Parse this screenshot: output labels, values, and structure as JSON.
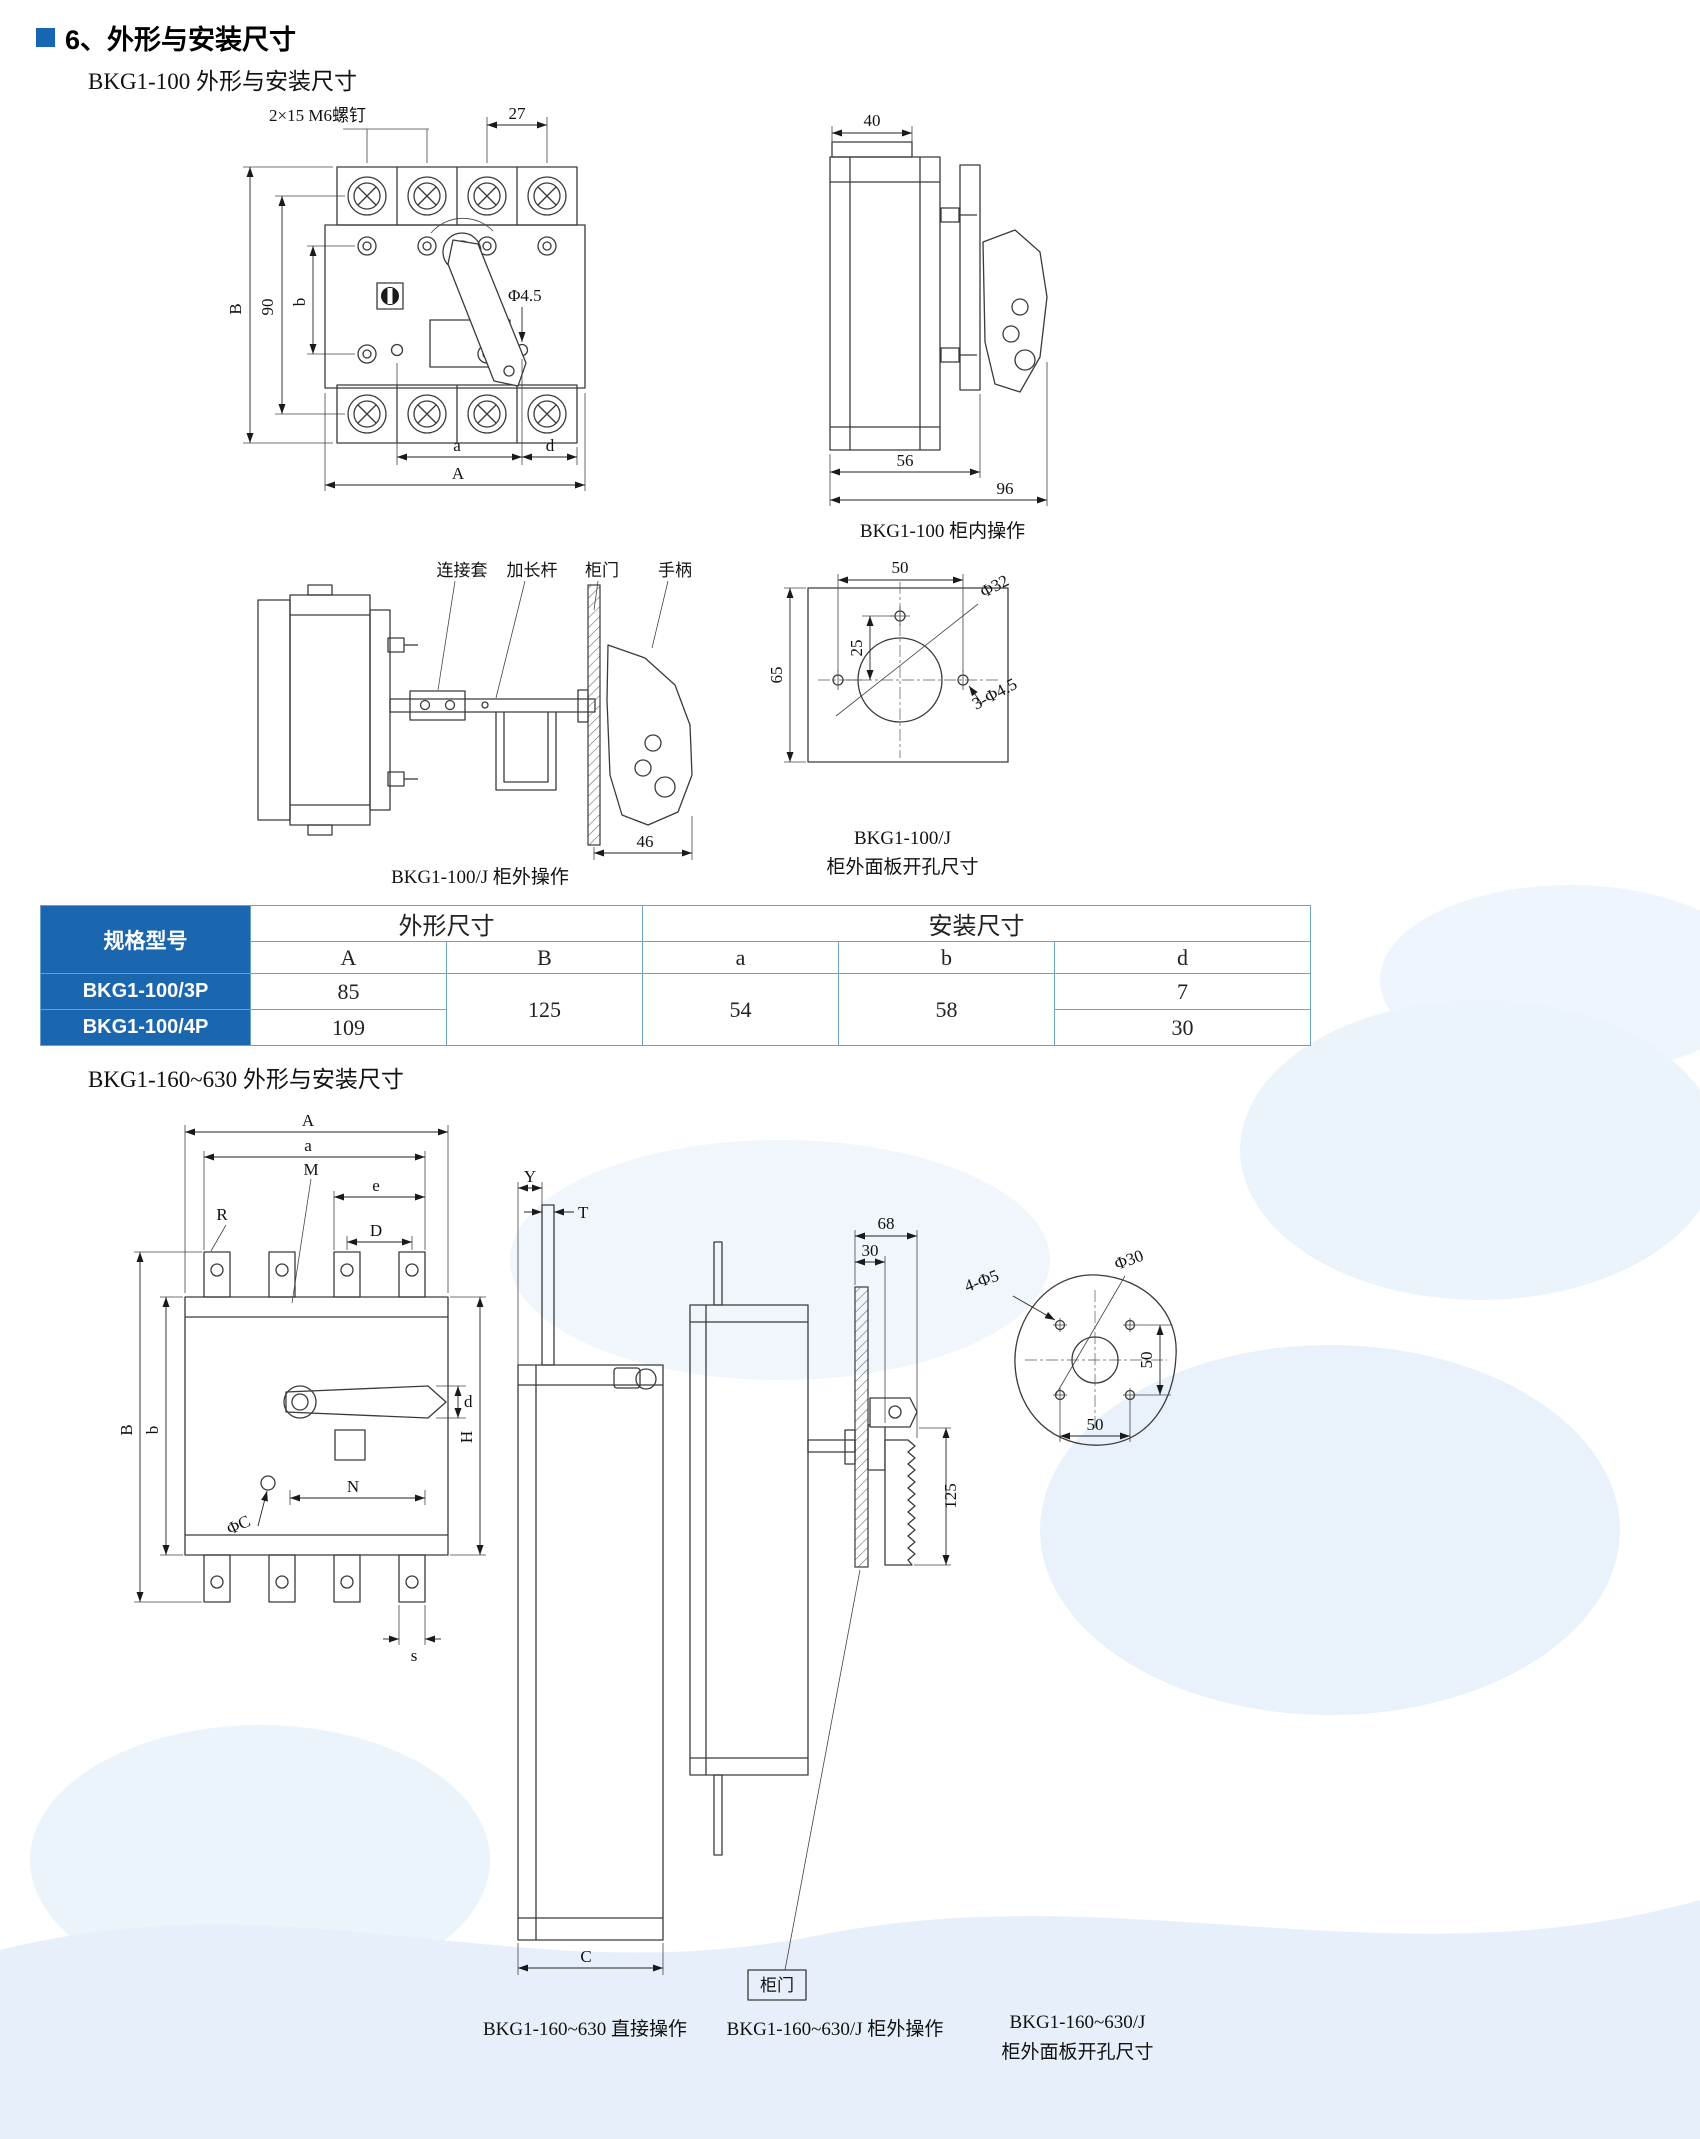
{
  "page": {
    "section_title": "6、外形与安装尺寸",
    "sub1": "BKG1-100 外形与安装尺寸",
    "sub2": "BKG1-160~630 外形与安装尺寸"
  },
  "fig1": {
    "screw_label": "2×15 M6螺钉",
    "dim_27": "27",
    "dim_B": "B",
    "dim_90": "90",
    "dim_b": "b",
    "hole_label": "Φ4.5",
    "dim_a": "a",
    "dim_d": "d",
    "dim_A": "A"
  },
  "fig2": {
    "dim_40": "40",
    "dim_56": "56",
    "dim_96": "96",
    "caption": "BKG1-100 柜内操作"
  },
  "fig3": {
    "label_coupling": "连接套",
    "label_rod": "加长杆",
    "label_door": "柜门",
    "label_handle": "手柄",
    "dim_46": "46",
    "caption": "BKG1-100/J 柜外操作"
  },
  "fig4": {
    "dim_50": "50",
    "dim_25": "25",
    "dim_65": "65",
    "label_dia32": "Φ32",
    "label_holes": "3-Φ4.5",
    "caption1": "BKG1-100/J",
    "caption2": "柜外面板开孔尺寸"
  },
  "table": {
    "col_model": "规格型号",
    "group_outline": "外形尺寸",
    "group_mount": "安装尺寸",
    "cols": [
      "A",
      "B",
      "a",
      "b",
      "d"
    ],
    "rows": [
      {
        "model": "BKG1-100/3P",
        "A": "85",
        "B": "125",
        "a": "54",
        "b": "58",
        "d": "7"
      },
      {
        "model": "BKG1-100/4P",
        "A": "109",
        "d": "30"
      }
    ]
  },
  "fig5": {
    "dim_A": "A",
    "dim_a": "a",
    "dim_M": "M",
    "dim_e": "e",
    "dim_R": "R",
    "dim_D": "D",
    "dim_B": "B",
    "dim_b": "b",
    "dim_C": "ΦC",
    "dim_N": "N",
    "dim_d": "d",
    "dim_H": "H",
    "dim_s": "s"
  },
  "fig6": {
    "dim_Y": "Y",
    "dim_T": "T",
    "dim_C": "C"
  },
  "fig56": {
    "caption": "BKG1-160~630 直接操作"
  },
  "fig7": {
    "dim_68": "68",
    "dim_30": "30",
    "dim_125": "125",
    "label_door": "柜门",
    "caption": "BKG1-160~630/J 柜外操作"
  },
  "fig8": {
    "label_holes": "4-Φ5",
    "label_dia30": "Φ30",
    "dim_50v": "50",
    "dim_50h": "50",
    "caption1": "BKG1-160~630/J",
    "caption2": "柜外面板开孔尺寸"
  }
}
